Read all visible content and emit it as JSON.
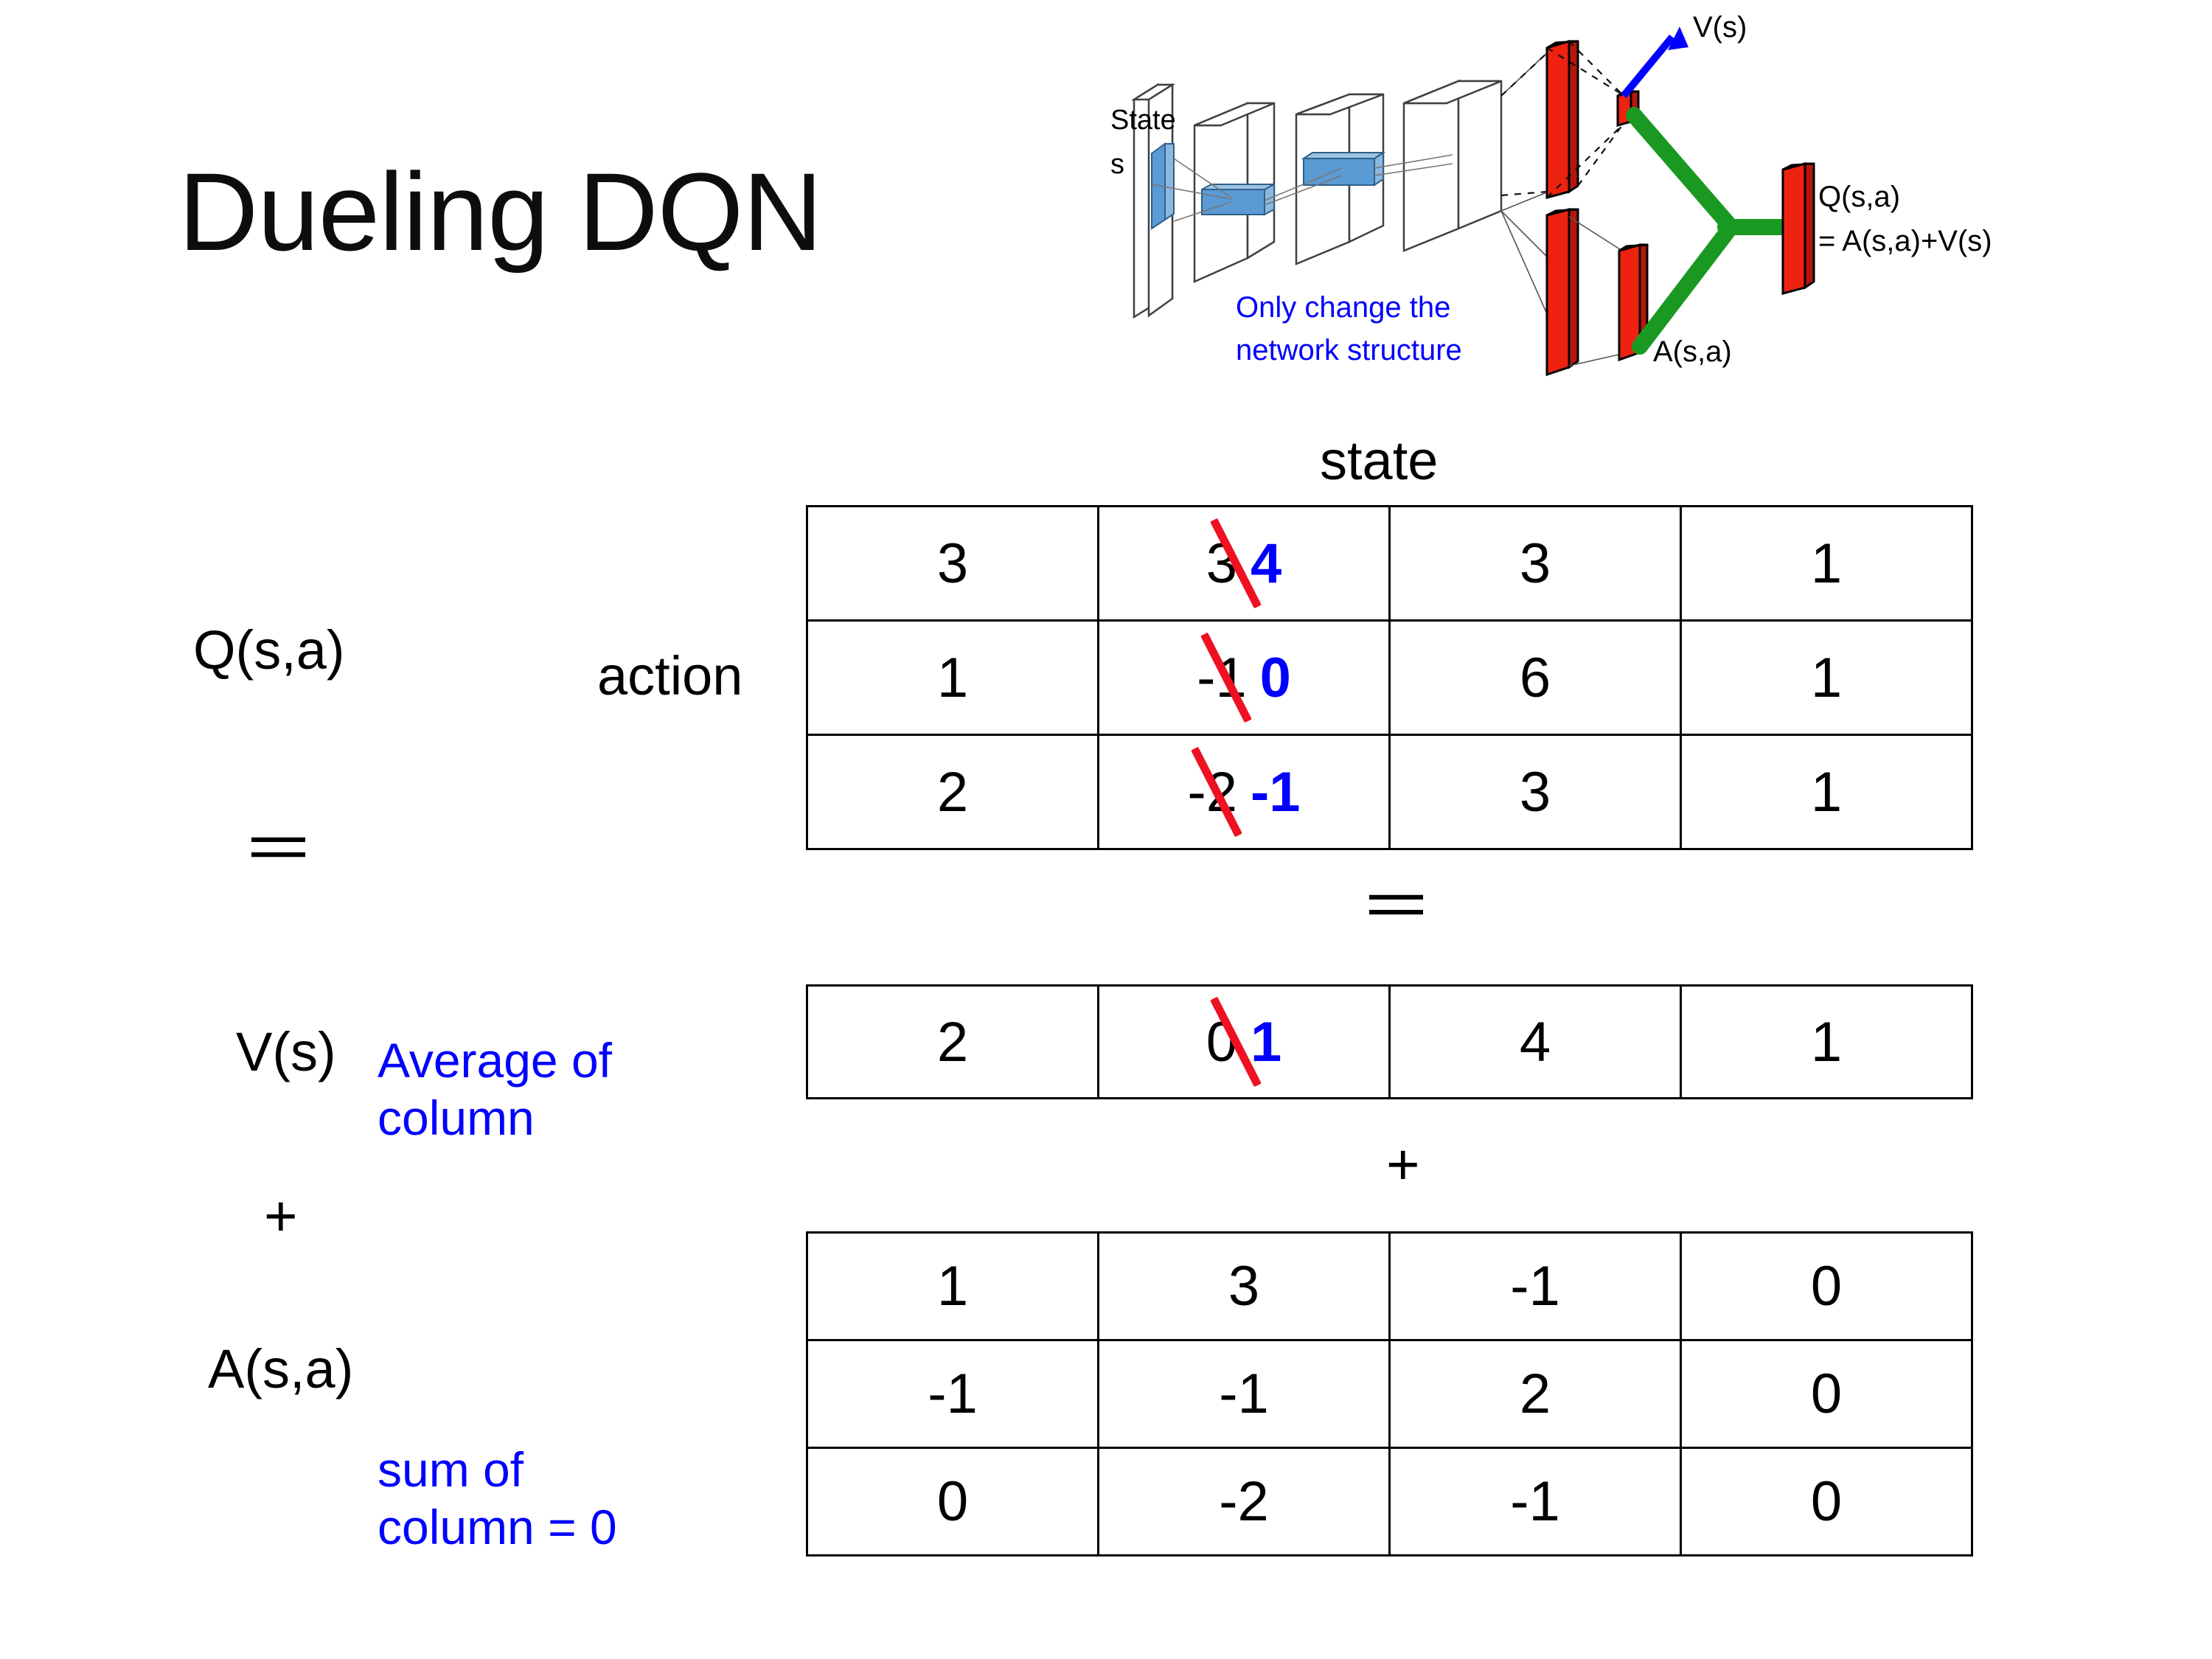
{
  "slide": {
    "title": "Dueling DQN"
  },
  "labels": {
    "q": "Q(s,a)",
    "v": "V(s)",
    "a": "A(s,a)",
    "action_axis": "action",
    "state_axis": "state",
    "equals_q_v": "||",
    "equals_table": "||",
    "plus_left": "+",
    "plus_table": "+"
  },
  "notes": {
    "average_of_column": "Average of\ncolumn",
    "sum_of_column": "sum of\ncolumn = 0"
  },
  "diagram": {
    "state_label_line1": "State",
    "state_label_line2": "s",
    "caption_line1": "Only change the",
    "caption_line2": "network structure",
    "v_label": "V(s)",
    "a_label": "A(s,a)",
    "q_label_line1": "Q(s,a)",
    "q_label_line2": "= A(s,a)+V(s)"
  },
  "colors": {
    "annotation_blue": "#0000ff",
    "strike_red": "#ee1122",
    "bar_red": "#ee2211",
    "merge_green": "#1a9922",
    "filter_blue": "#5b9bd5",
    "text_black": "#000000"
  },
  "chart_data": {
    "type": "table",
    "title": "Dueling DQN decomposition Q(s,a) = V(s) + A(s,a)",
    "xlabel": "state",
    "ylabel": "action",
    "tables": [
      {
        "name": "Q(s,a)",
        "rows": 3,
        "cols": 4,
        "values": [
          [
            {
              "value": "3"
            },
            {
              "value": "3",
              "struck": true,
              "replacement": "4"
            },
            {
              "value": "3"
            },
            {
              "value": "1"
            }
          ],
          [
            {
              "value": "1"
            },
            {
              "value": "-1",
              "struck": true,
              "replacement": "0"
            },
            {
              "value": "6"
            },
            {
              "value": "1"
            }
          ],
          [
            {
              "value": "2"
            },
            {
              "value": "-2",
              "struck": true,
              "replacement": "-1"
            },
            {
              "value": "3"
            },
            {
              "value": "1"
            }
          ]
        ]
      },
      {
        "name": "V(s)",
        "rows": 1,
        "cols": 4,
        "values": [
          [
            {
              "value": "2"
            },
            {
              "value": "0",
              "struck": true,
              "replacement": "1"
            },
            {
              "value": "4"
            },
            {
              "value": "1"
            }
          ]
        ]
      },
      {
        "name": "A(s,a)",
        "rows": 3,
        "cols": 4,
        "values": [
          [
            {
              "value": "1"
            },
            {
              "value": "3"
            },
            {
              "value": "-1"
            },
            {
              "value": "0"
            }
          ],
          [
            {
              "value": "-1"
            },
            {
              "value": "-1"
            },
            {
              "value": "2"
            },
            {
              "value": "0"
            }
          ],
          [
            {
              "value": "0"
            },
            {
              "value": "-2"
            },
            {
              "value": "-1"
            },
            {
              "value": "0"
            }
          ]
        ]
      }
    ]
  }
}
